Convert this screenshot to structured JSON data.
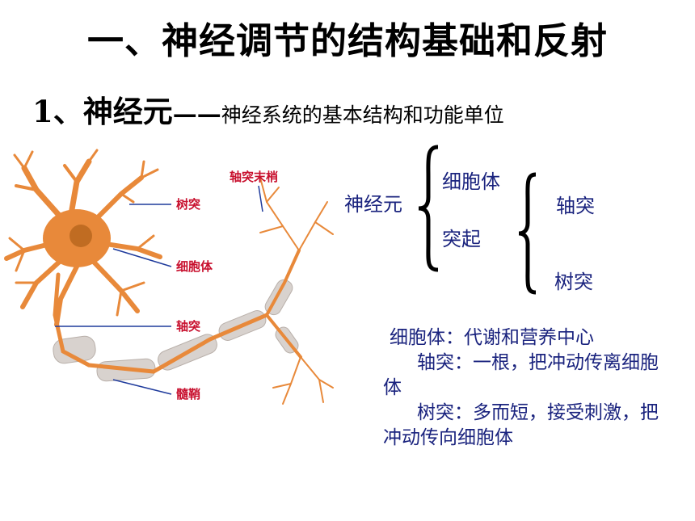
{
  "title": "一、神经调节的结构基础和反射",
  "subtitle": {
    "main": "1、神经元",
    "dash": "——",
    "description": "神经系统的基本结构和功能单位"
  },
  "figure_labels": {
    "dendrite": "树突",
    "cell_body": "细胞体",
    "axon": "轴突",
    "myelin": "髓鞘",
    "axon_terminal": "轴突末梢"
  },
  "tree": {
    "root": "神经元",
    "cell_body": "细胞体",
    "process": "突起",
    "axon": "轴突",
    "dendrite": "树突"
  },
  "descriptions": {
    "cell_body": "细胞体：代谢和营养中心",
    "axon": "轴突：一根，把冲动传离细胞体",
    "dendrite": "树突：多而短，接受刺激，把冲动传向细胞体"
  },
  "colors": {
    "neuron": "#e8893a",
    "myelin": "#d8d2ce",
    "label_text": "#c8102e",
    "pointer_line": "#1f3b9c",
    "tree_text": "#1a237e"
  }
}
